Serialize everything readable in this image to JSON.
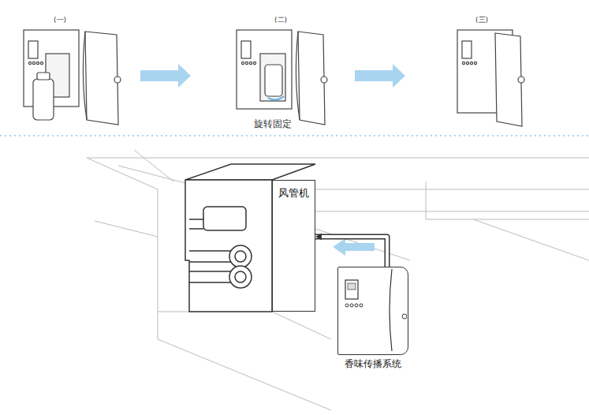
{
  "diagram": {
    "nodes": [
      {
        "text": [
          "风管机"
        ]
      },
      {
        "text": [
          "香味传播系统"
        ]
      }
    ],
    "edges": [
      {
        "from": 1,
        "to": 0,
        "arrow": "to"
      }
    ],
    "labels": [
      "(一)",
      "(二)",
      "(三)",
      "旋转固定"
    ]
  }
}
